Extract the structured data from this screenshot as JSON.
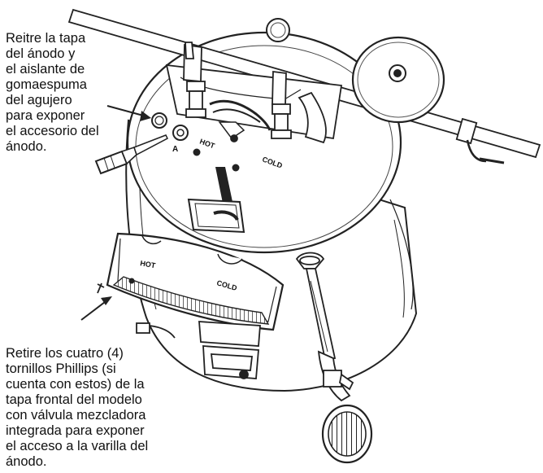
{
  "captions": {
    "top": [
      "Reitre la tapa",
      "del ánodo y",
      "el aislante de",
      "gomaespuma",
      "del agujero",
      "para exponer",
      "el accesorio del",
      "ánodo."
    ],
    "bottom": [
      "Retire los cuatro (4)",
      "tornillos Phillips (si",
      "cuenta con estos) de la",
      "tapa frontal del modelo",
      "con válvula mezcladora",
      "integrada para exponer",
      "el acceso a la varilla del",
      "ánodo."
    ]
  },
  "labels": {
    "anode_marker": "A",
    "hot_top": "HOT",
    "cold_top": "COLD",
    "hot_cover": "HOT",
    "cold_cover": "COLD"
  },
  "icons": [
    "arrow-icon",
    "screwdriver-icon",
    "expansion-tank-icon",
    "drain-valve-icon"
  ]
}
